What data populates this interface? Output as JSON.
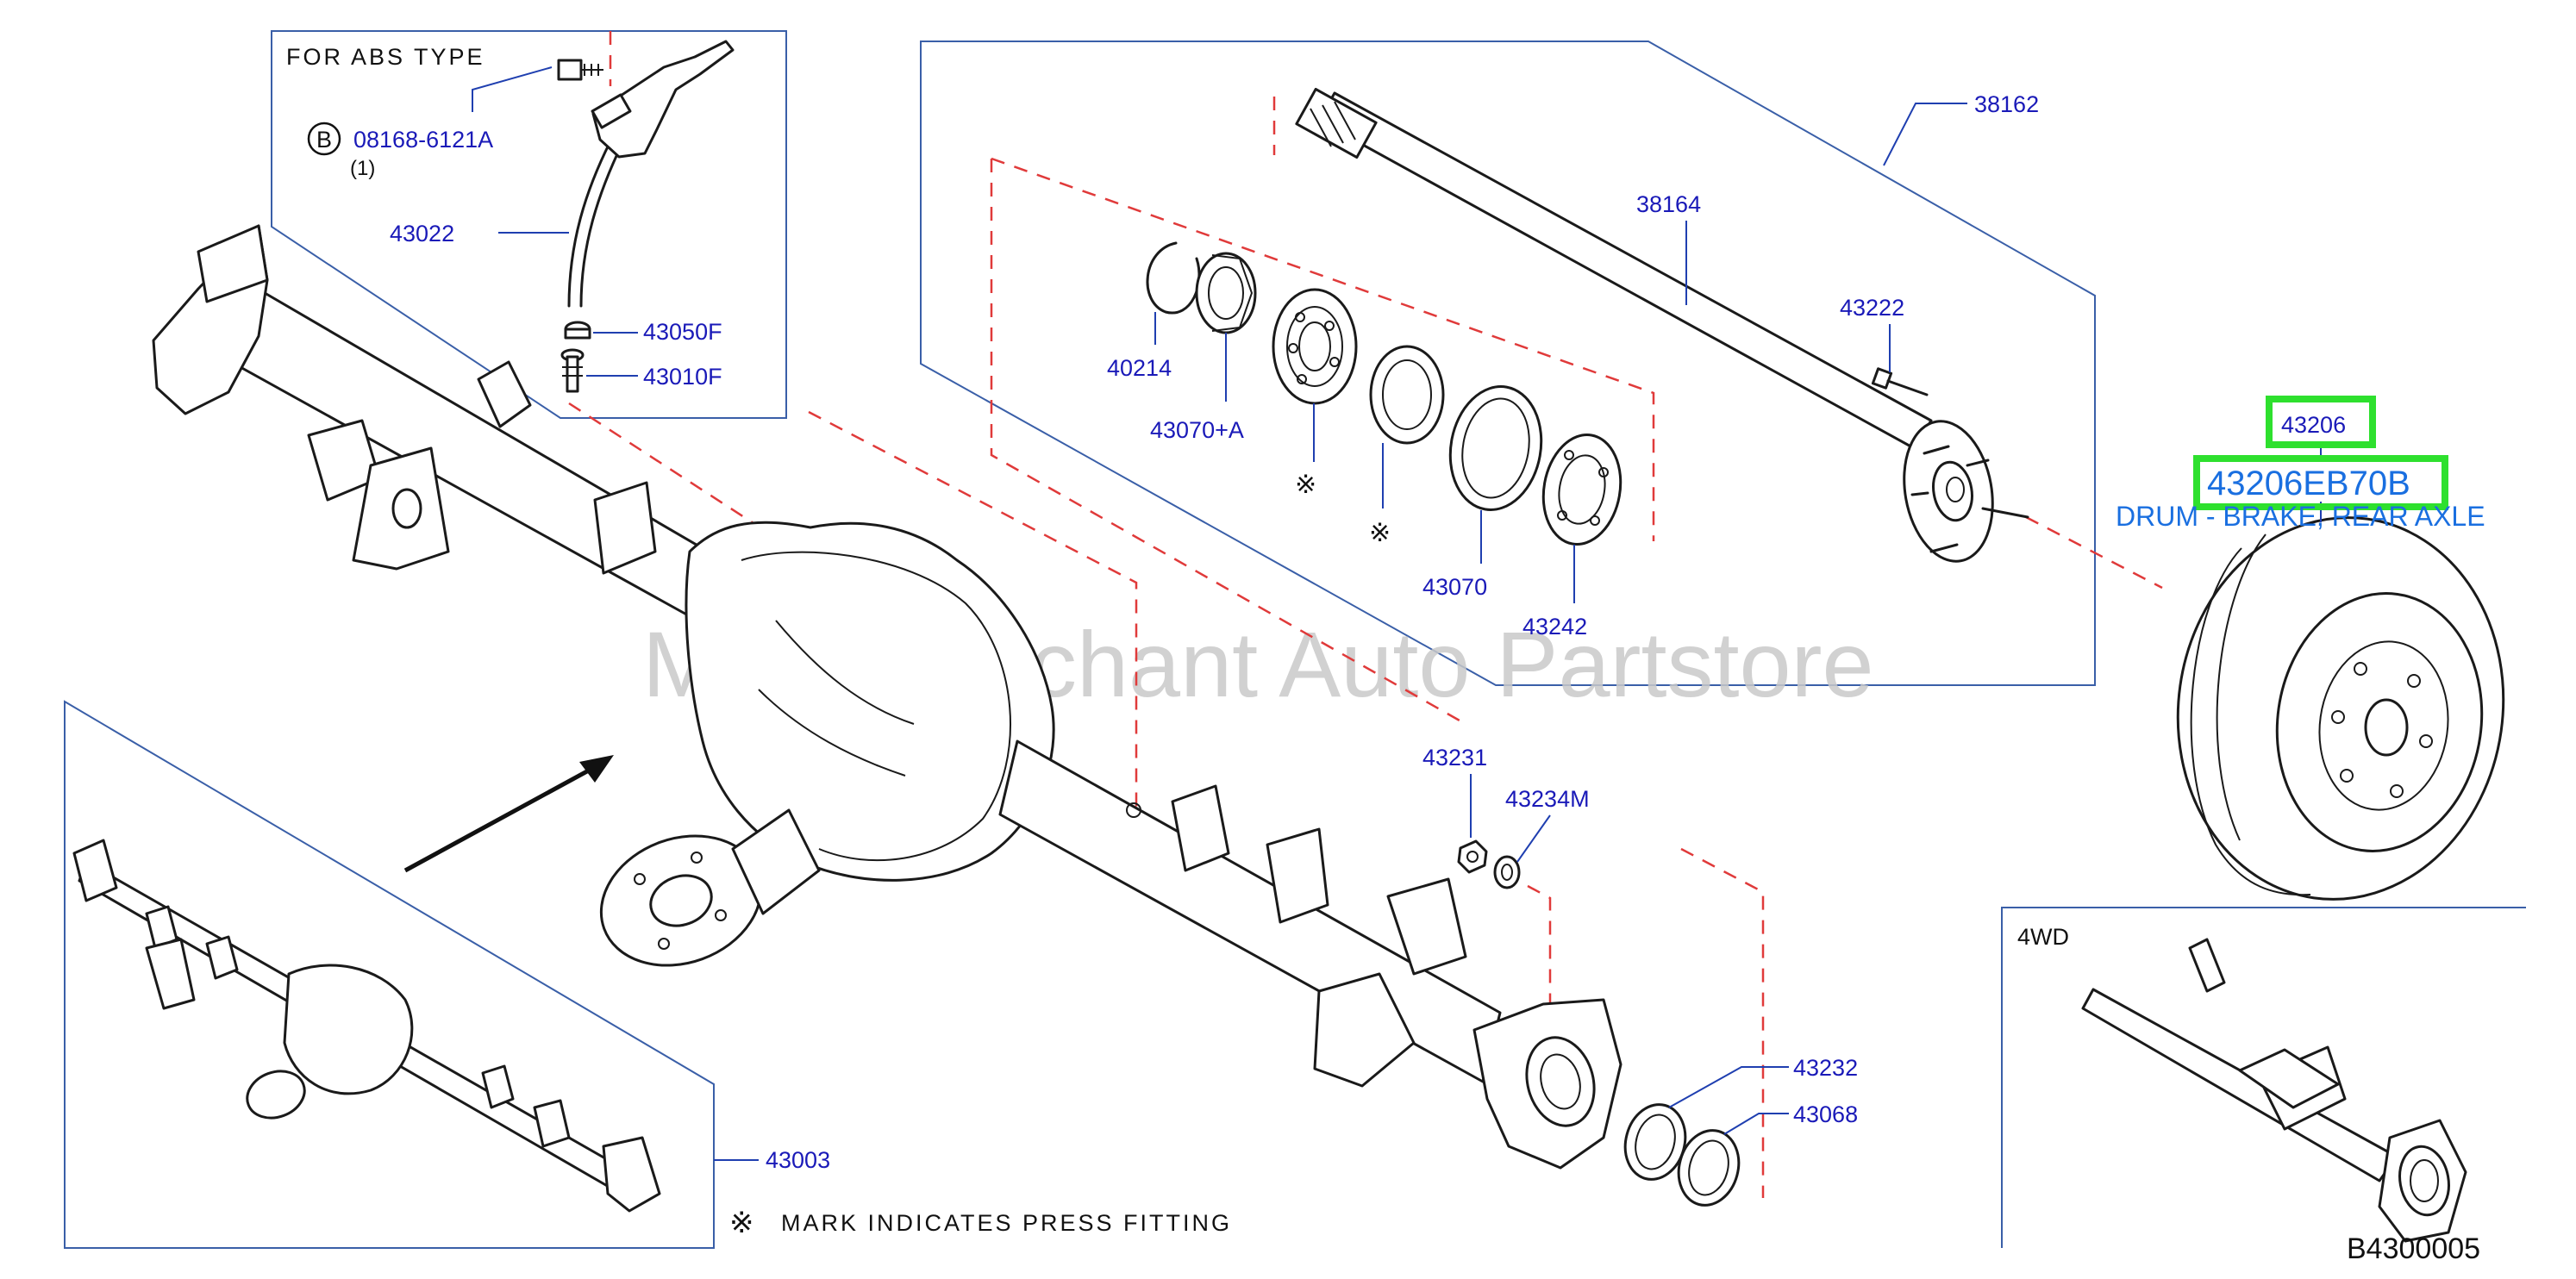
{
  "watermark": "Multi-Merchant Auto Partstore",
  "abs_box": {
    "title": "FOR ABS TYPE",
    "bolt_marker": "B",
    "bolt_part": "08168-6121A",
    "bolt_qty": "(1)",
    "sensor_part": "43022",
    "clip_part": "43050F",
    "screw_part": "43010F"
  },
  "shaft_box": {
    "group_part": "38162",
    "shaft_part": "38164",
    "stud_part": "43222",
    "snap_ring_part": "40214",
    "seal_part": "43070+A",
    "retainer_part": "43070",
    "plate_part": "43242"
  },
  "axle": {
    "nut_part": "43231",
    "washer_part": "43234M",
    "gasket_part": "43232",
    "oil_seal_part": "43068",
    "assembly_part": "43003"
  },
  "drum": {
    "part": "43206",
    "highlight_part": "43206EB70B",
    "description": "DRUM - BRAKE, REAR AXLE"
  },
  "inset_4wd": {
    "label": "4WD"
  },
  "press_note": {
    "symbol": "※",
    "text": "MARK INDICATES PRESS FITTING"
  },
  "press_marks": [
    "※",
    "※"
  ],
  "diagram_code": "B4300005",
  "colors": {
    "part_number": "#1a1ab8",
    "frame": "#3a5fa8",
    "dashed": "#e03a3a",
    "highlight_box": "#2ee02e",
    "highlight_text": "#1a6fe0"
  }
}
